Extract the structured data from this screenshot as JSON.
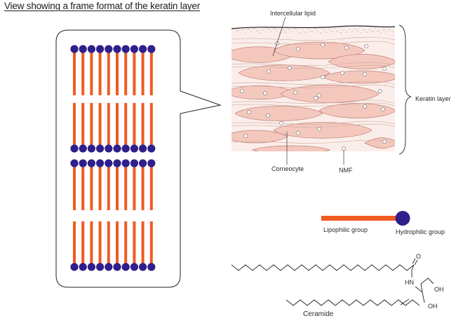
{
  "title": "View showing a frame format of the keratin layer",
  "labels": {
    "intercellular_lipid": "Intercellular lipid",
    "corneocyte": "Corneocyte",
    "nmf": "NMF",
    "keratin_layer": "Keratin layer",
    "lipophilic_group": "Lipophilic group",
    "hydrophilic_group": "Hydrophilic group",
    "ceramide": "Ceramide",
    "ceramide_o": "O",
    "ceramide_hn": "HN",
    "ceramide_oh_upper": "OH",
    "ceramide_oh_lower": "OH"
  },
  "colors": {
    "head": "#2e1f8c",
    "tail": "#f05a23",
    "cell_fill": "#f5c8be",
    "cell_stroke": "#b98278",
    "lipid_line": "#cfa89e",
    "outline": "#222222"
  },
  "bilayer": {
    "molecules_per_row": 10
  }
}
